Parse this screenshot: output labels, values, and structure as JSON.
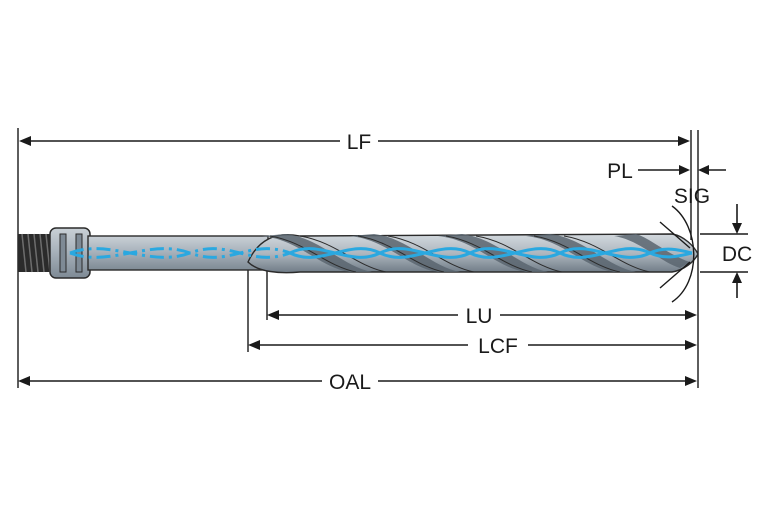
{
  "diagram": {
    "labels": {
      "lf": "LF",
      "pl": "PL",
      "sig": "SIG",
      "dc": "DC",
      "lu": "LU",
      "lcf": "LCF",
      "oal": "OAL"
    },
    "colors": {
      "body_gray": "#a9b3bc",
      "body_gray_dark": "#7e8a95",
      "coolant_blue": "#2aa8e0",
      "thread_dark": "#2b2b2b",
      "line": "#1a1a1a"
    }
  }
}
